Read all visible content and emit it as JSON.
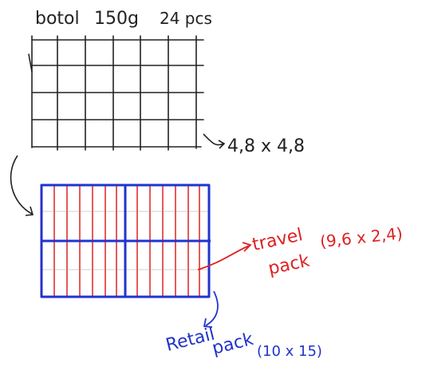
{
  "header": {
    "item": "botol",
    "weight": "150g",
    "count": "24 pcs"
  },
  "top_grid": {
    "columns": 6,
    "rows": 4,
    "dimension_label": "4,8 x 4,8"
  },
  "bottom_pack": {
    "outer_color": "#2233cc",
    "inner_line_color": "#dd2222",
    "travel_label": "travel",
    "travel_label2": "pack",
    "travel_dims": "(9,6 x 2,4)",
    "retail_label": "Retail",
    "retail_label2": "pack",
    "retail_dims": "(10 x 15)"
  },
  "colors": {
    "ink": "#222222",
    "blue": "#2233cc",
    "red": "#dd2222"
  }
}
